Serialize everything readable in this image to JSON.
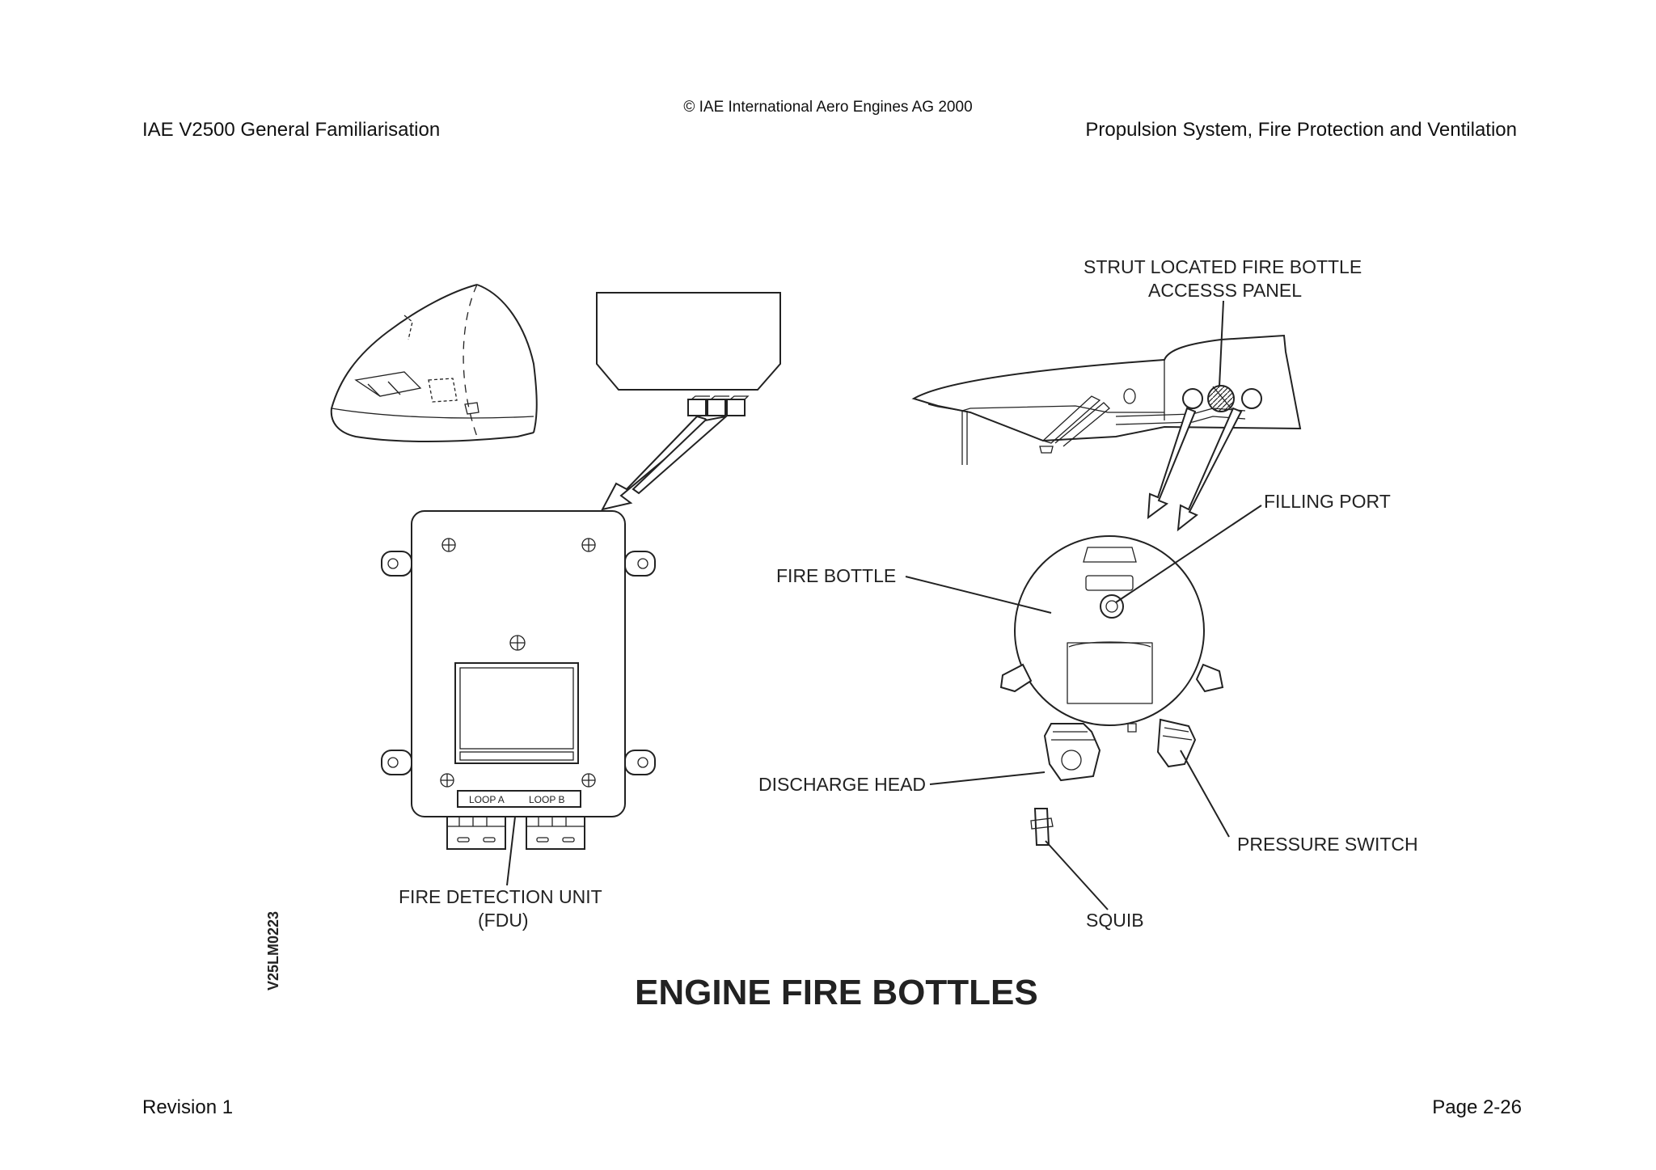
{
  "header": {
    "copyright": "© IAE International Aero Engines AG 2000",
    "left": "IAE V2500 General Familiarisation",
    "right": "Propulsion System, Fire Protection and Ventilation"
  },
  "figure": {
    "title": "ENGINE FIRE BOTTLES",
    "code": "V25LM0223",
    "labels": {
      "strut_line1": "STRUT LOCATED FIRE BOTTLE",
      "strut_line2": "ACCESSS PANEL",
      "filling_port": "FILLING PORT",
      "fire_bottle": "FIRE BOTTLE",
      "discharge_head": "DISCHARGE HEAD",
      "pressure_switch": "PRESSURE SWITCH",
      "squib": "SQUIB",
      "fdu_line1": "FIRE DETECTION UNIT",
      "fdu_line2": "(FDU)",
      "loop_a": "LOOP A",
      "loop_b": "LOOP B"
    }
  },
  "footer": {
    "revision": "Revision 1",
    "page": "Page 2-26"
  }
}
